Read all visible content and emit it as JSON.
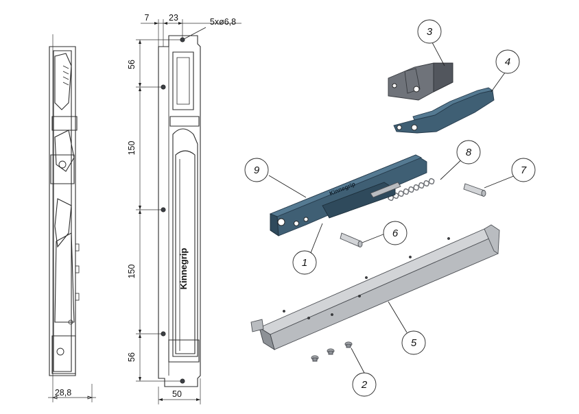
{
  "dimensions": {
    "side_width": "28,8",
    "front_width": "50",
    "offset_7": "7",
    "offset_23": "23",
    "holes": "5xø6,8",
    "spacing_top": "56",
    "spacing_mid1": "150",
    "spacing_mid2": "150",
    "spacing_bottom": "56"
  },
  "brand": {
    "front_label": "Kinnegrip",
    "exploded_label": "Kinnegrip"
  },
  "callouts": [
    "1",
    "2",
    "3",
    "4",
    "5",
    "6",
    "7",
    "8",
    "9"
  ],
  "colors": {
    "steel": "#b9bcc0",
    "blue_handle": "#3f5f74",
    "dark_bracket": "#6f737a"
  }
}
